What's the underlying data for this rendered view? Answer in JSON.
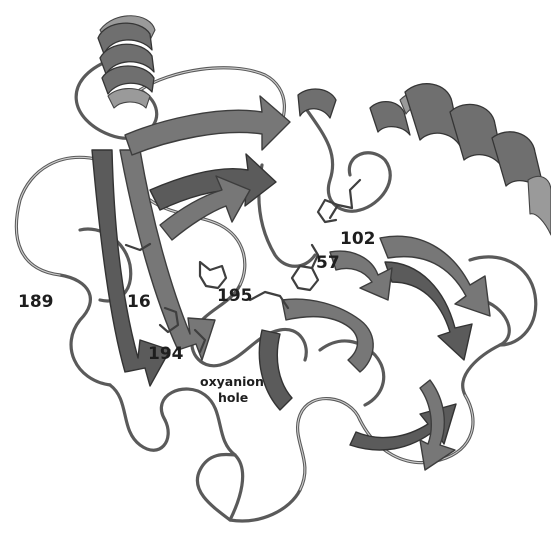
{
  "labels": {
    "res_102": "102",
    "res_57": "57",
    "res_189": "189",
    "res_16": "16",
    "res_195": "195",
    "res_194": "194",
    "oxyanion_line1": "oxyanion",
    "oxyanion_line2": "hole"
  },
  "colors": {
    "background": "#ffffff",
    "ribbon": "#777777",
    "ribbon_dark": "#5b5b5b",
    "coil": "#5a5a5a",
    "text": "#1e1e1e"
  }
}
